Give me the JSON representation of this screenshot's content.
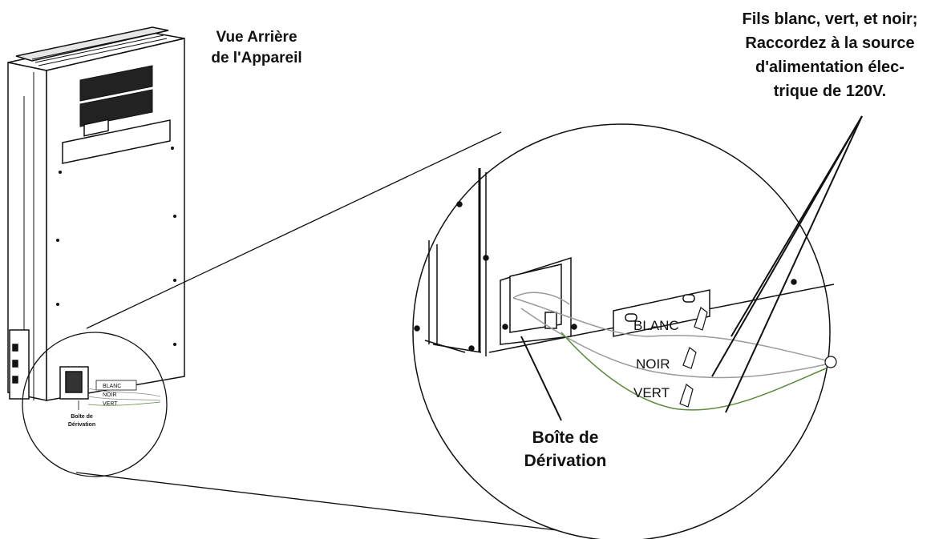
{
  "appliance_view": {
    "line1": "Vue Arrière",
    "line2": "de l'Appareil"
  },
  "wires_note": {
    "line1": "Fils blanc, vert, et noir;",
    "line2": "Raccordez à la source",
    "line3": "d'alimentation élec-",
    "line4": "trique de 120V."
  },
  "junction_box_large": {
    "line1": "Boîte de",
    "line2": "Dérivation"
  },
  "junction_box_small": {
    "line1": "Boîte de",
    "line2": "Dérivation"
  },
  "wire_labels": {
    "white": "BLANC",
    "black": "NOIR",
    "green": "VERT"
  },
  "colors": {
    "line": "#111111",
    "wire_green": "#5a8a3a",
    "wire_gray": "#9a9a9a",
    "panel": "#ffffff"
  }
}
